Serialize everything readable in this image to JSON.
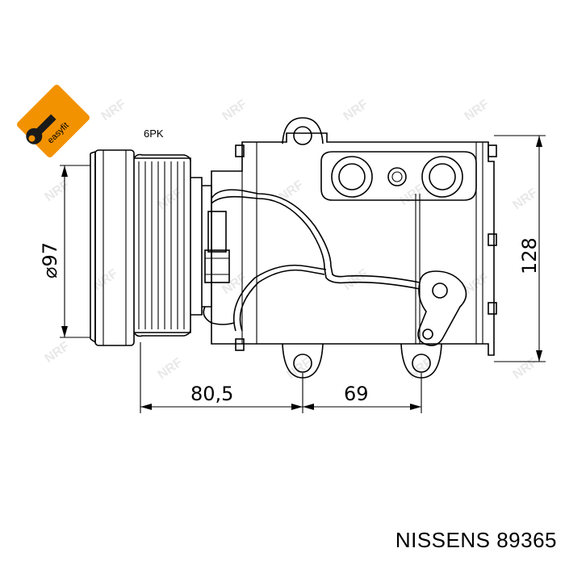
{
  "logo": {
    "text": "easyfit",
    "colors": {
      "badge": "#f39200",
      "wrench": "#1a1a1a"
    }
  },
  "watermark": {
    "text": "NRF"
  },
  "pulley": {
    "label": "6PK"
  },
  "dimensions": {
    "diameter": "⌀97",
    "height": "128",
    "left_offset": "80,5",
    "bolt_spacing": "69"
  },
  "caption": {
    "text": "NISSENS 89365"
  }
}
